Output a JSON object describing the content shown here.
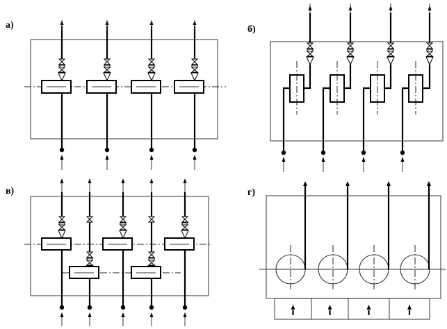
{
  "figure": {
    "panels": [
      {
        "id": "a",
        "label": "а)",
        "layout": "horizontal-row",
        "unit_count": 4
      },
      {
        "id": "b",
        "label": "б)",
        "layout": "vertical-units",
        "unit_count": 4
      },
      {
        "id": "v",
        "label": "в)",
        "layout": "staggered-two-rows",
        "unit_count": 5
      },
      {
        "id": "g",
        "label": "г)",
        "layout": "round-units-with-bottom-inlets",
        "unit_count": 4
      }
    ]
  }
}
